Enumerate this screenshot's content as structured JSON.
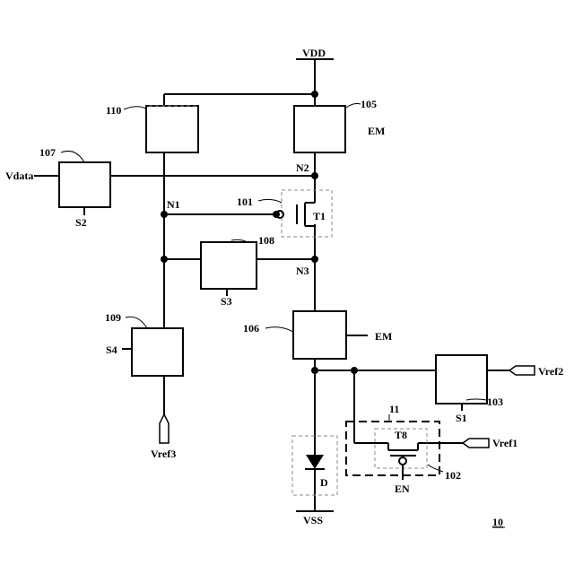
{
  "supply": {
    "vdd": "VDD",
    "vss": "VSS"
  },
  "blocks": {
    "b110": {
      "ref": "110"
    },
    "b105": {
      "ref": "105",
      "signal": "EM"
    },
    "b107": {
      "ref": "107",
      "input": "Vdata",
      "signal": "S2"
    },
    "b101": {
      "ref": "101",
      "device": "T1"
    },
    "b108": {
      "ref": "108",
      "signal": "S3"
    },
    "b109": {
      "ref": "109",
      "signal": "S4",
      "supply": "Vref3"
    },
    "b106": {
      "ref": "106",
      "signal": "EM"
    },
    "b103": {
      "ref": "103",
      "signal": "S1",
      "supply": "Vref2"
    },
    "b102": {
      "ref": "102",
      "group": "11",
      "device": "T8",
      "signal": "EN",
      "supply": "Vref1"
    },
    "diode": {
      "label": "D"
    }
  },
  "nodes": {
    "n1": "N1",
    "n2": "N2",
    "n3": "N3"
  },
  "figure_ref": "10"
}
